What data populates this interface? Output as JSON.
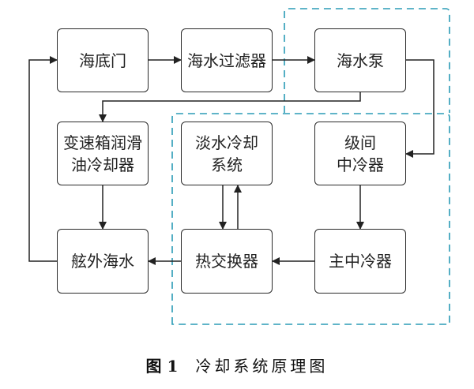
{
  "nodes": {
    "sea_chest": "海底门",
    "seawater_filter": "海水过滤器",
    "seawater_pump": "海水泵",
    "gearbox_oil_cooler": "变速箱润滑\n油冷却器",
    "freshwater_cooling": "淡水冷却\n系统",
    "intercooler": "级间\n中冷器",
    "overboard_seawater": "舷外海水",
    "heat_exchanger": "热交换器",
    "main_intercooler": "主中冷器"
  },
  "edges": [
    {
      "from": "sea_chest",
      "to": "seawater_filter"
    },
    {
      "from": "seawater_filter",
      "to": "seawater_pump"
    },
    {
      "from": "seawater_pump",
      "to": "gearbox_oil_cooler"
    },
    {
      "from": "seawater_pump",
      "to": "intercooler"
    },
    {
      "from": "gearbox_oil_cooler",
      "to": "overboard_seawater"
    },
    {
      "from": "intercooler",
      "to": "main_intercooler"
    },
    {
      "from": "main_intercooler",
      "to": "heat_exchanger"
    },
    {
      "from": "heat_exchanger",
      "to": "overboard_seawater"
    },
    {
      "from": "freshwater_cooling",
      "to": "heat_exchanger"
    },
    {
      "from": "heat_exchanger",
      "to": "freshwater_cooling"
    },
    {
      "from": "overboard_seawater",
      "to": "sea_chest"
    }
  ],
  "group_color": "#2a9bb5",
  "caption": {
    "number": "图 1",
    "title": "冷却系统原理图"
  }
}
